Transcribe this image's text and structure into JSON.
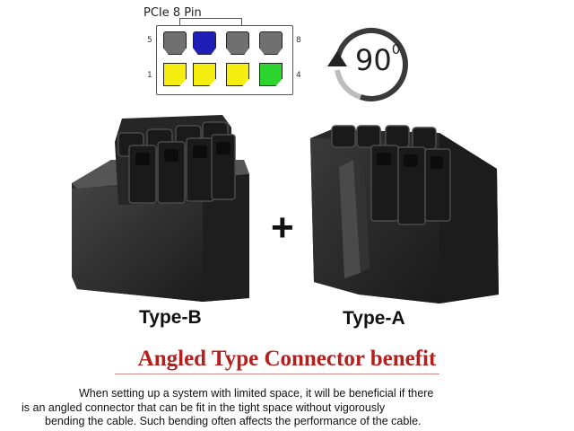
{
  "pin_diagram": {
    "title": "PCIe 8 Pin",
    "labels": {
      "top_left": "5",
      "top_right": "8",
      "bottom_left": "1",
      "bottom_right": "4"
    },
    "top_row_colors": [
      "#707070",
      "#1f1fb8",
      "#707070",
      "#707070"
    ],
    "bottom_row_colors": [
      "#f5ee10",
      "#f5ee10",
      "#f5ee10",
      "#2dd42d"
    ]
  },
  "rotation": {
    "value": "90",
    "unit": "0",
    "icon": "rotate-counterclockwise-arrow-icon"
  },
  "connectors": {
    "type_b_label": "Type-B",
    "type_a_label": "Type-A",
    "plus": "+"
  },
  "benefit": {
    "title": "Angled Type Connector benefit",
    "line1": "When setting up a system with limited space, it will be beneficial if there",
    "line2": "is an angled connector that can be fit in the tight space without vigorously",
    "line3": "bending the cable. Such bending often affects the performance of the cable."
  },
  "colors": {
    "title_red": "#b3201e",
    "connector_black": "#2a2a2a"
  }
}
